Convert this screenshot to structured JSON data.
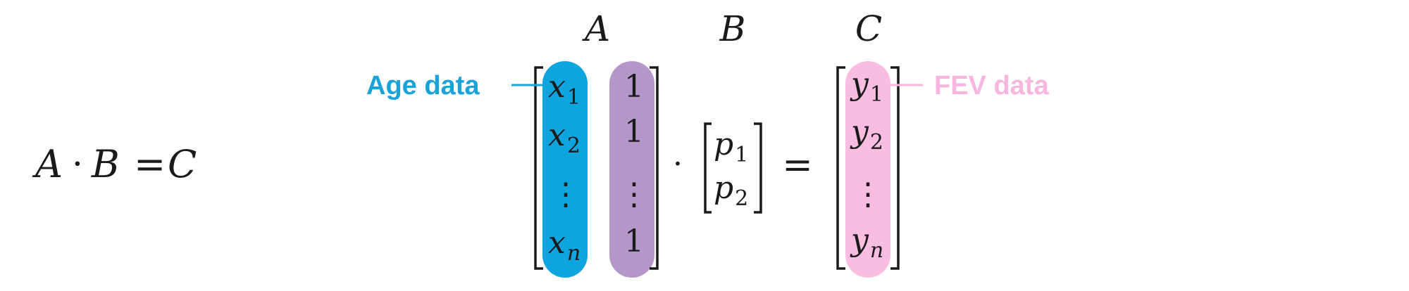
{
  "equation": {
    "lhs_a": "A",
    "dot": "·",
    "lhs_b": "B",
    "eq": "=",
    "rhs": "C"
  },
  "matrix_labels": {
    "a": "A",
    "b": "B",
    "c": "C"
  },
  "matrix_a": {
    "col1": [
      {
        "base": "x",
        "sub": "1"
      },
      {
        "base": "x",
        "sub": "2"
      },
      {
        "base": "⋮",
        "sub": ""
      },
      {
        "base": "x",
        "sub": "n"
      }
    ],
    "col2": [
      "1",
      "1",
      "⋮",
      "1"
    ]
  },
  "matrix_b": [
    {
      "base": "p",
      "sub": "1"
    },
    {
      "base": "p",
      "sub": "2"
    }
  ],
  "matrix_c": [
    {
      "base": "y",
      "sub": "1"
    },
    {
      "base": "y",
      "sub": "2"
    },
    {
      "base": "⋮",
      "sub": ""
    },
    {
      "base": "y",
      "sub": "n"
    }
  ],
  "operators": {
    "dot": "·",
    "eq": "="
  },
  "callouts": {
    "age": {
      "label": "Age data",
      "color": "#1aa3d9"
    },
    "fev": {
      "label": "FEV data",
      "color": "#f7b6df"
    }
  },
  "colors": {
    "age_pill": "#0ea5df",
    "ones_pill": "#b497c8",
    "fev_pill": "#f9bde2"
  }
}
